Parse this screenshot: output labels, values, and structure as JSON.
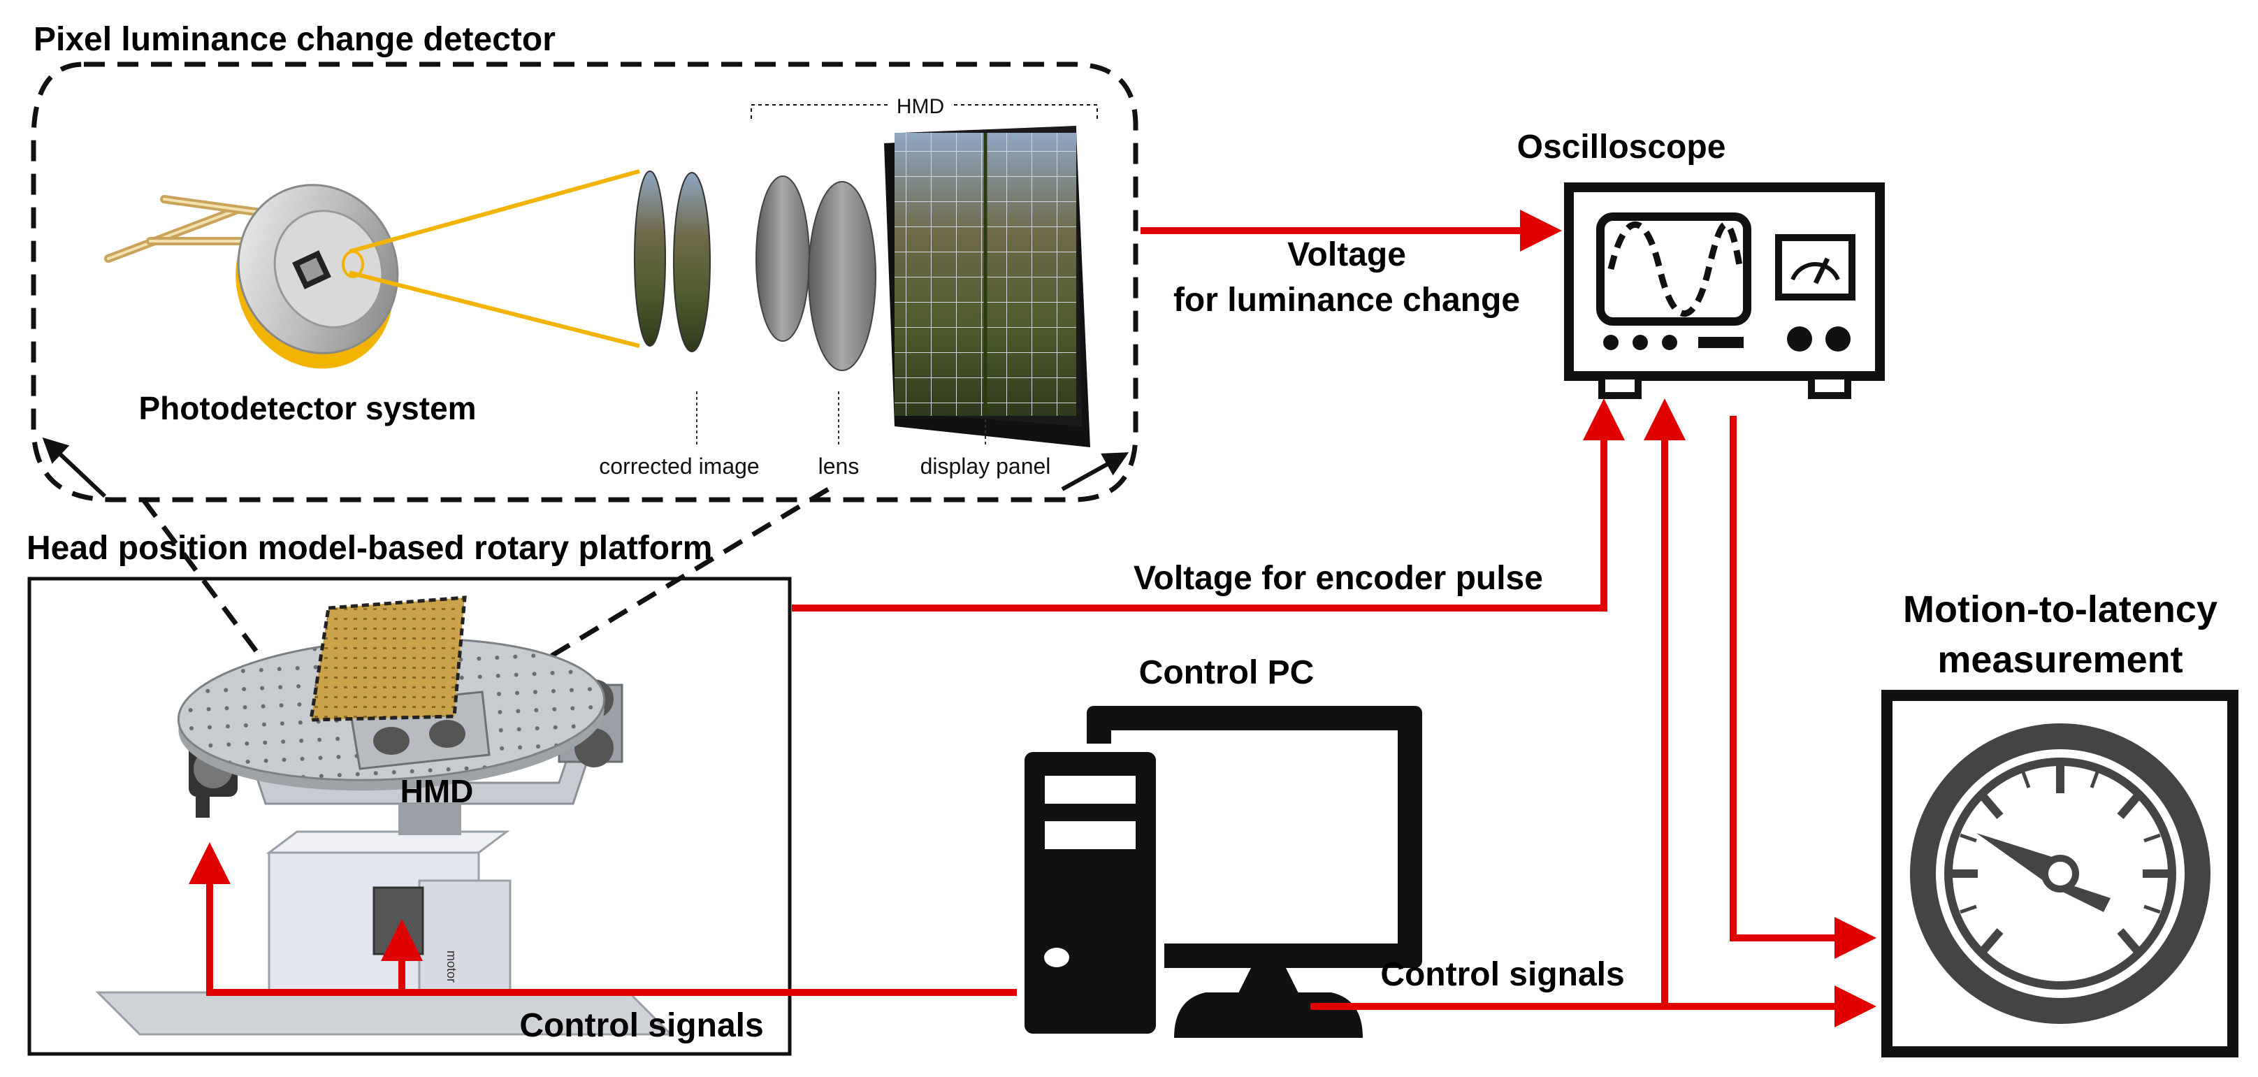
{
  "labels": {
    "detector_title": "Pixel luminance change detector",
    "hmd_bracket": "HMD",
    "photodetector": "Photodetector system",
    "corrected_image": "corrected image",
    "lens": "lens",
    "display_panel": "display panel",
    "platform_title": "Head position model-based rotary platform",
    "platform_hmd": "HMD",
    "oscilloscope": "Oscilloscope",
    "voltage_lum_1": "Voltage",
    "voltage_lum_2": "for luminance change",
    "voltage_encoder": "Voltage for encoder pulse",
    "control_pc": "Control PC",
    "control_signals_left": "Control signals",
    "control_signals_right": "Control signals",
    "motion_1": "Motion-to-latency",
    "motion_2": "measurement",
    "motor_text": "motor"
  },
  "colors": {
    "arrow": "#e00000",
    "photodetector_gold": "#f2b400",
    "icon": "#111111",
    "gauge": "#444444"
  }
}
